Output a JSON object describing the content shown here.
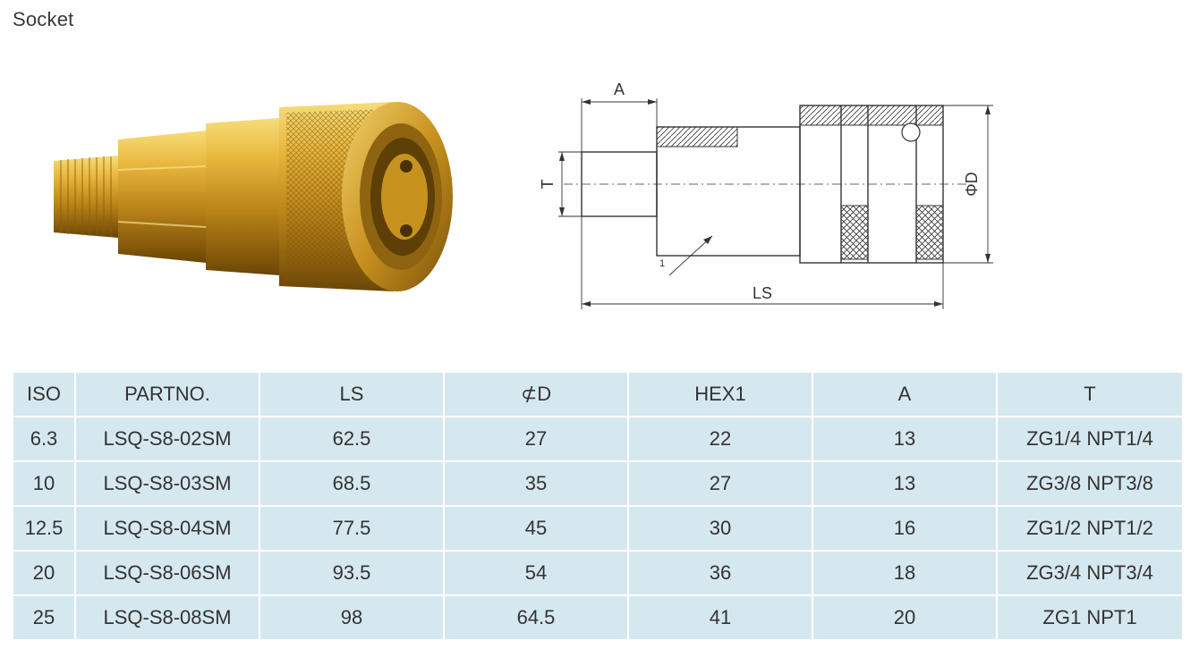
{
  "page": {
    "title": "Socket"
  },
  "drawing": {
    "label_a": "A",
    "label_t": "T",
    "label_d": "ΦD",
    "label_ls": "LS",
    "label_one": "1"
  },
  "table": {
    "headers": [
      "ISO",
      "PARTNO.",
      "LS",
      "⊄D",
      "HEX1",
      "A",
      "T"
    ],
    "rows": [
      [
        "6.3",
        "LSQ-S8-02SM",
        "62.5",
        "27",
        "22",
        "13",
        "ZG1/4 NPT1/4"
      ],
      [
        "10",
        "LSQ-S8-03SM",
        "68.5",
        "35",
        "27",
        "13",
        "ZG3/8 NPT3/8"
      ],
      [
        "12.5",
        "LSQ-S8-04SM",
        "77.5",
        "45",
        "30",
        "16",
        "ZG1/2 NPT1/2"
      ],
      [
        "20",
        "LSQ-S8-06SM",
        "93.5",
        "54",
        "36",
        "18",
        "ZG3/4 NPT3/4"
      ],
      [
        "25",
        "LSQ-S8-08SM",
        "98",
        "64.5",
        "41",
        "20",
        "ZG1 NPT1"
      ]
    ]
  },
  "colors": {
    "table_bg": "#d6e8ef",
    "brass": "#c9951f"
  }
}
